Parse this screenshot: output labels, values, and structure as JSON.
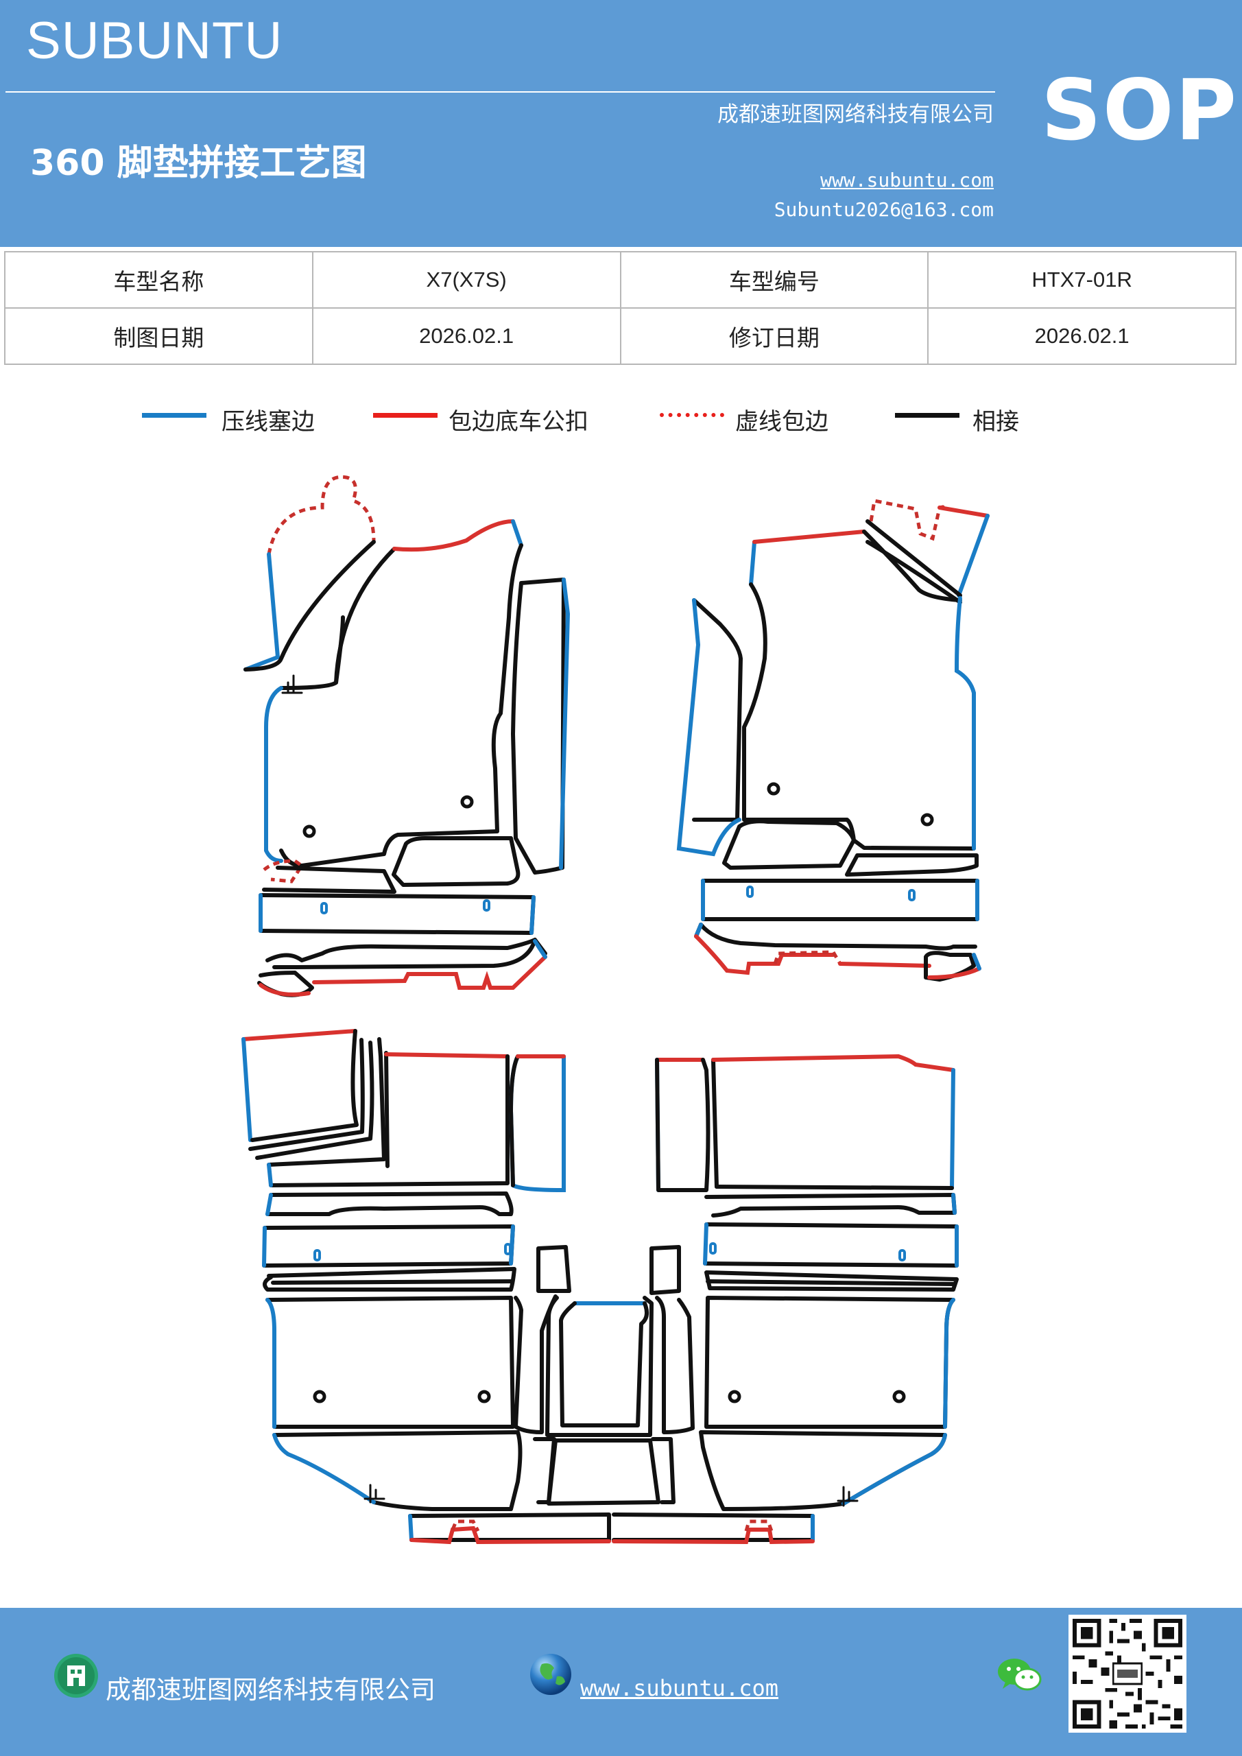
{
  "header": {
    "logo": "SUBUNTU",
    "sop": "SOP",
    "title": "360 脚垫拼接工艺图",
    "company": "成都速班图网络科技有限公司",
    "website": "www.subuntu.com",
    "email": "Subuntu2026@163.com"
  },
  "info_table": {
    "rows": [
      {
        "label1": "车型名称",
        "value1": "X7(X7S)",
        "label2": "车型编号",
        "value2": "HTX7-01R"
      },
      {
        "label1": "制图日期",
        "value1": "2026.02.1",
        "label2": "修订日期",
        "value2": "2026.02.1"
      }
    ]
  },
  "legend": [
    {
      "label": "压线塞边",
      "color": "#1a7dc6",
      "style": "solid"
    },
    {
      "label": "包边底车公扣",
      "color": "#d8322e",
      "style": "solid"
    },
    {
      "label": "虚线包边",
      "color": "#d8322e",
      "style": "dotted"
    },
    {
      "label": "相接",
      "color": "#111111",
      "style": "solid"
    }
  ],
  "footer": {
    "company": "成都速班图网络科技有限公司",
    "website": "www.subuntu.com"
  },
  "icons": {
    "building": "building-icon",
    "globe": "globe-icon",
    "wechat": "wechat-icon",
    "qr": "qr-code"
  }
}
